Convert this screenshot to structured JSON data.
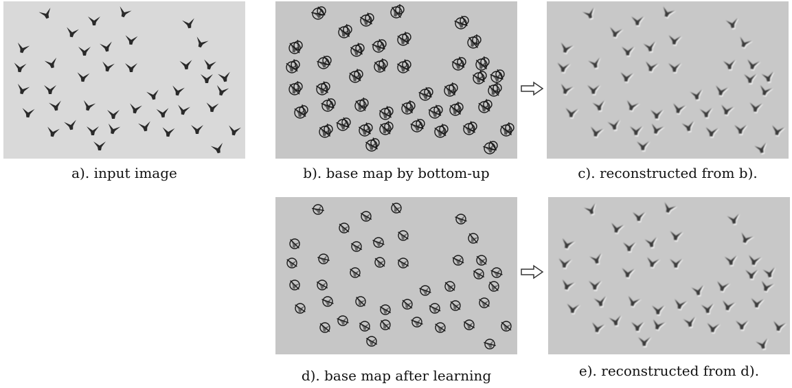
{
  "figure": {
    "panels": [
      {
        "id": "a",
        "caption": "a). input image",
        "kind": "photo",
        "background": "#d9d9d9"
      },
      {
        "id": "b",
        "caption": "b). base map by bottom-up",
        "kind": "basemap-dense",
        "background": "#c6c6c6"
      },
      {
        "id": "c",
        "caption": "c). reconstructed from b).",
        "kind": "reconstruction",
        "background": "#c8c8c8"
      },
      {
        "id": "d",
        "caption": "d). base map after learning",
        "kind": "basemap-sparse",
        "background": "#c6c6c6"
      },
      {
        "id": "e",
        "caption": "e). reconstructed from d).",
        "kind": "reconstruction",
        "background": "#c8c8c8"
      }
    ],
    "arrows": [
      {
        "from": "b",
        "to": "c",
        "icon": "hollow-right-arrow-icon"
      },
      {
        "from": "d",
        "to": "e",
        "icon": "hollow-right-arrow-icon"
      }
    ]
  }
}
